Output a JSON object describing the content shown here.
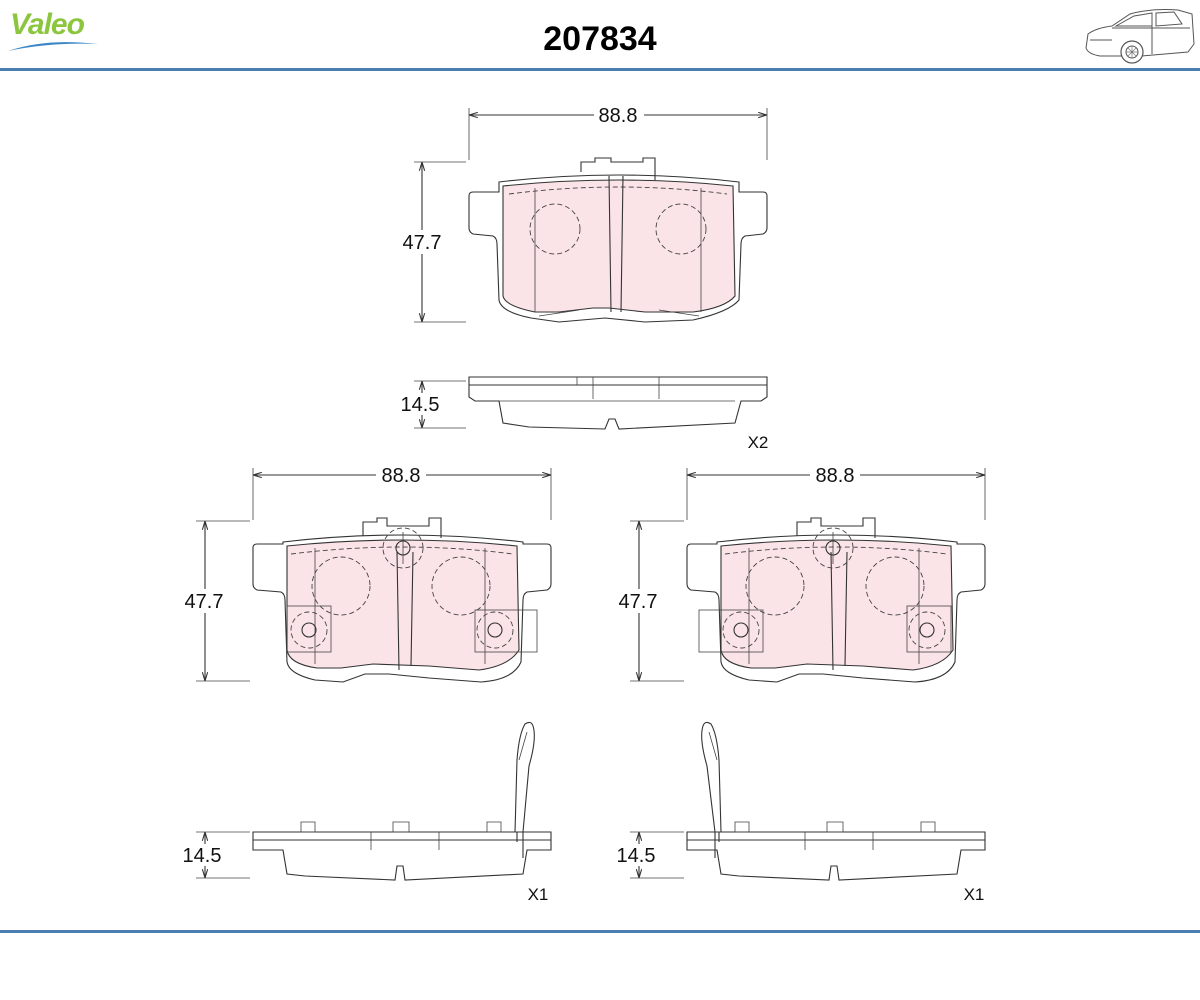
{
  "header": {
    "brand": "Valeo",
    "part_number": "207834"
  },
  "colors": {
    "brand_text": "#8cc63f",
    "brand_swoosh": "#3d86c6",
    "rule": "#4a7fb0",
    "pad_fill": "#fbe4e8"
  },
  "icons": {
    "car": "sedan-car-icon"
  },
  "views": {
    "top_pad": {
      "width_label": "88.8",
      "height_label": "47.7",
      "thickness_label": "14.5",
      "quantity": "X2"
    },
    "left_pad": {
      "width_label": "88.8",
      "height_label": "47.7",
      "thickness_label": "14.5",
      "quantity": "X1"
    },
    "right_pad": {
      "width_label": "88.8",
      "height_label": "47.7",
      "thickness_label": "14.5",
      "quantity": "X1"
    }
  }
}
